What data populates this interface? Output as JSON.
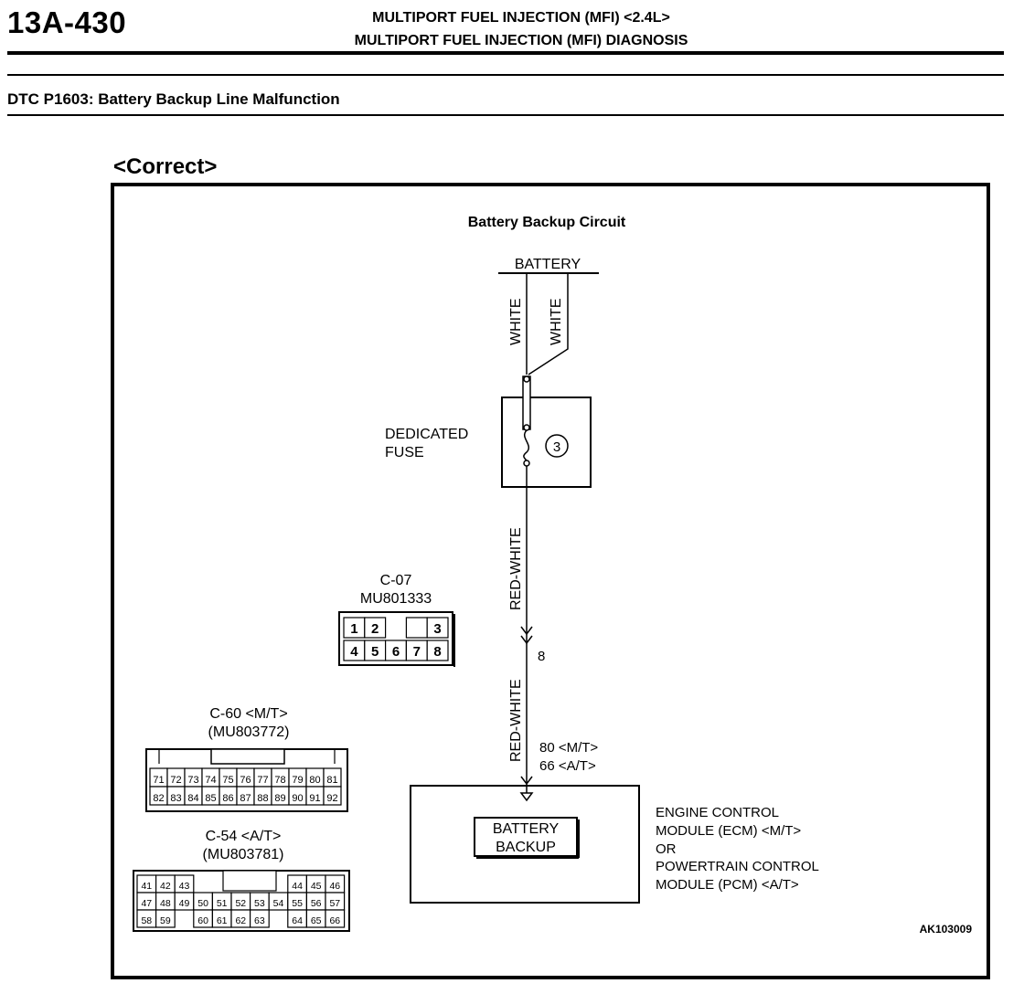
{
  "header": {
    "page_code": "13A-430",
    "title_line1": "MULTIPORT FUEL INJECTION (MFI) <2.4L>",
    "title_line2": "MULTIPORT FUEL INJECTION (MFI) DIAGNOSIS"
  },
  "dtc": {
    "title": "DTC P1603: Battery Backup Line Malfunction"
  },
  "state_label": "<Correct>",
  "diagram": {
    "title": "Battery Backup Circuit",
    "battery_label": "BATTERY",
    "wire_colors": {
      "white_1": "WHITE",
      "white_2": "WHITE",
      "red_white_1": "RED-WHITE",
      "red_white_2": "RED-WHITE"
    },
    "fuse": {
      "label_line1": "DEDICATED",
      "label_line2": "FUSE",
      "number": "3"
    },
    "pin_junction": "8",
    "pin_ecm_mt": "80 <M/T>",
    "pin_ecm_at": "66 <A/T>",
    "module": {
      "inner_line1": "BATTERY",
      "inner_line2": "BACKUP",
      "desc_line1": "ENGINE CONTROL",
      "desc_line2": "MODULE (ECM) <M/T>",
      "desc_line3": "OR",
      "desc_line4": "POWERTRAIN CONTROL",
      "desc_line5": "MODULE (PCM) <A/T>"
    },
    "connector_c07": {
      "name": "C-07",
      "part": "MU801333",
      "row1": [
        "1",
        "2",
        "",
        "3"
      ],
      "row2": [
        "4",
        "5",
        "6",
        "7",
        "8"
      ]
    },
    "connector_c60": {
      "name": "C-60 <M/T>",
      "part": "(MU803772)",
      "row1": [
        "71",
        "72",
        "73",
        "74",
        "75",
        "76",
        "77",
        "78",
        "79",
        "80",
        "81"
      ],
      "row2": [
        "82",
        "83",
        "84",
        "85",
        "86",
        "87",
        "88",
        "89",
        "90",
        "91",
        "92"
      ]
    },
    "connector_c54": {
      "name": "C-54 <A/T>",
      "part": "(MU803781)",
      "row1": [
        "41",
        "42",
        "43",
        "",
        "",
        "",
        "",
        "",
        "44",
        "45",
        "46"
      ],
      "row2": [
        "47",
        "48",
        "49",
        "50",
        "51",
        "52",
        "53",
        "54",
        "55",
        "56",
        "57"
      ],
      "row3": [
        "58",
        "59",
        "",
        "60",
        "61",
        "62",
        "63",
        "",
        "64",
        "65",
        "66"
      ]
    },
    "figure_code": "AK103009"
  }
}
